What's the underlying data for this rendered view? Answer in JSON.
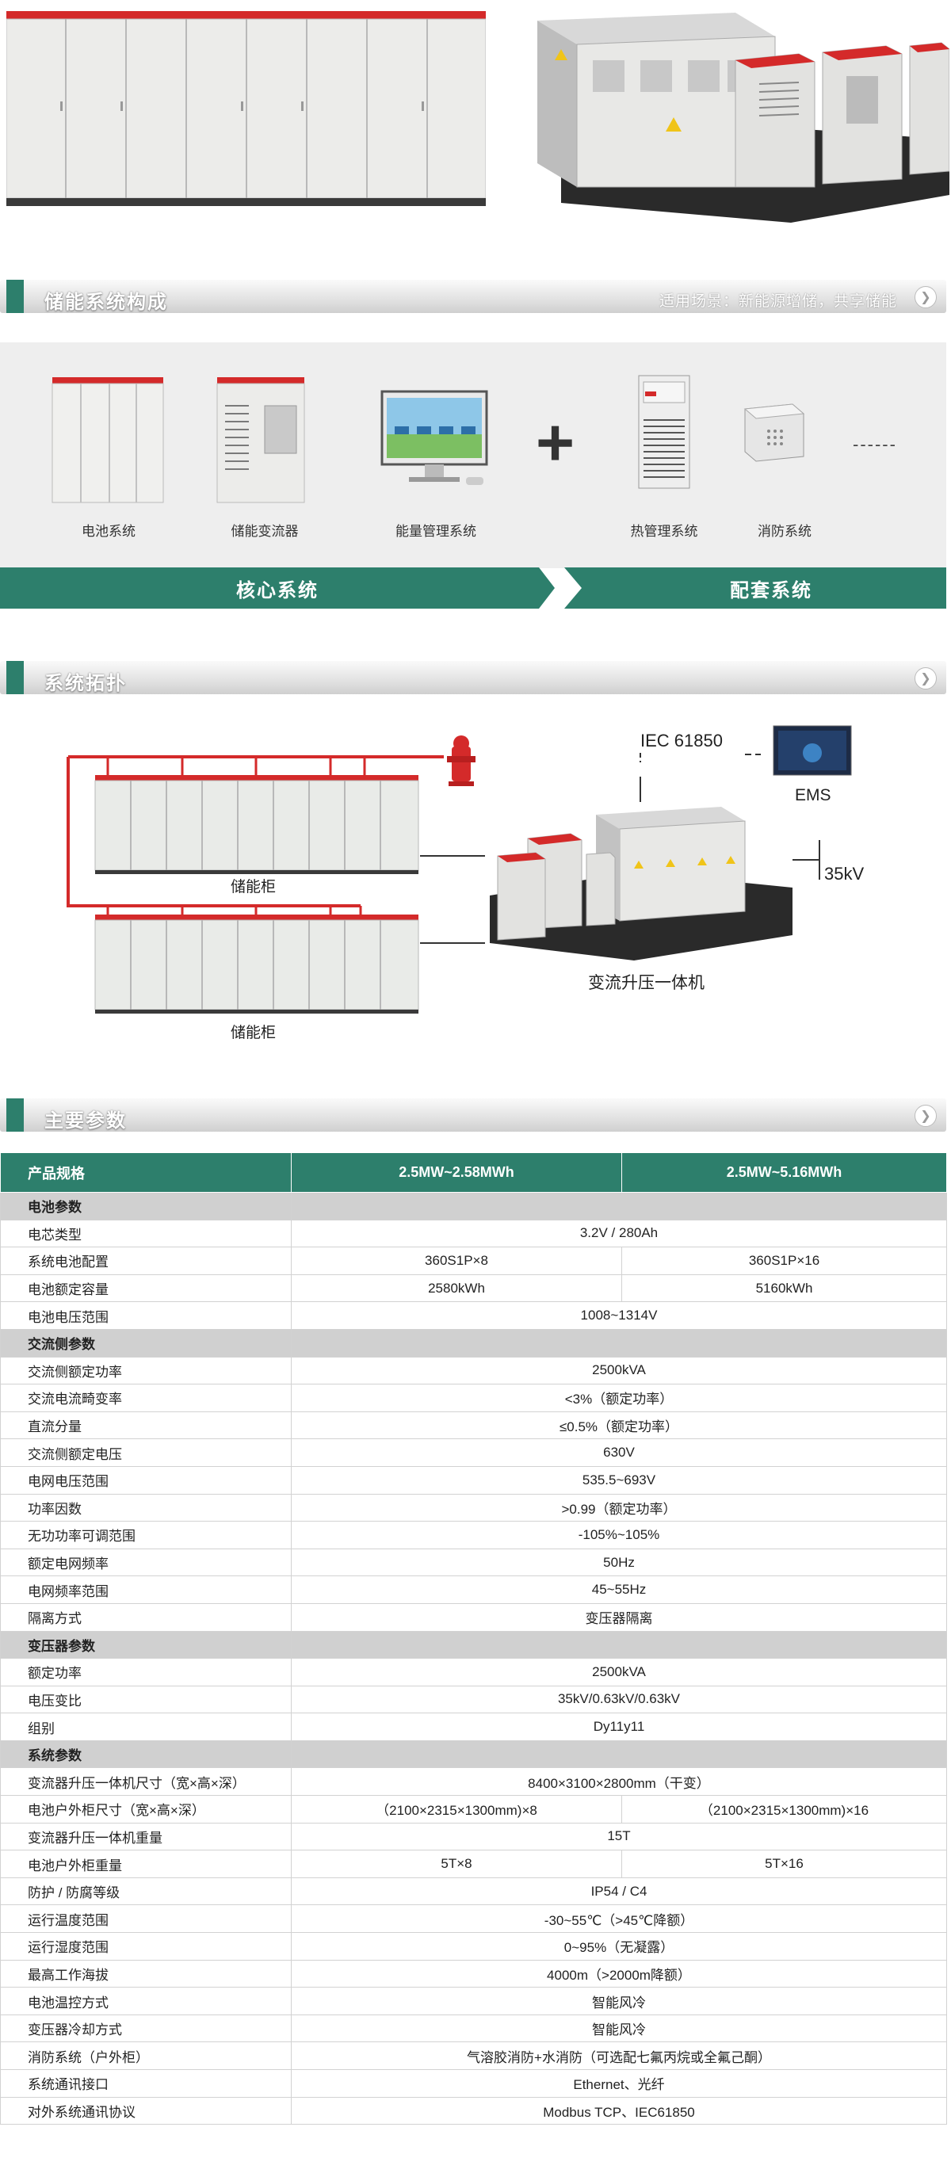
{
  "sections": {
    "composition": {
      "title": "储能系统构成",
      "subtitle": "适用场景：新能源增储，共享储能"
    },
    "topology": {
      "title": "系统拓扑"
    },
    "params": {
      "title": "主要参数"
    }
  },
  "composition": {
    "items": [
      {
        "label": "电池系统",
        "icon": "battery-cabinet-icon"
      },
      {
        "label": "储能变流器",
        "icon": "pcs-cabinet-icon"
      },
      {
        "label": "能量管理系统",
        "icon": "monitor-icon"
      },
      {
        "label": "热管理系统",
        "icon": "thermal-unit-icon"
      },
      {
        "label": "消防系统",
        "icon": "fire-detector-icon"
      }
    ],
    "plus": "+",
    "dashes": "------",
    "core_label": "核心系统",
    "support_label": "配套系统"
  },
  "topology": {
    "cabinet_label_1": "储能柜",
    "cabinet_label_2": "储能柜",
    "iec": "IEC 61850",
    "ems": "EMS",
    "kv": "35kV",
    "pcs_label": "变流升压一体机"
  },
  "table": {
    "header": [
      "产品规格",
      "2.5MW~2.58MWh",
      "2.5MW~5.16MWh"
    ],
    "rows": [
      {
        "type": "group",
        "label": "电池参数"
      },
      {
        "label": "电芯类型",
        "value": "3.2V / 280Ah"
      },
      {
        "label": "系统电池配置",
        "values": [
          "360S1P×8",
          "360S1P×16"
        ]
      },
      {
        "label": "电池额定容量",
        "values": [
          "2580kWh",
          "5160kWh"
        ]
      },
      {
        "label": "电池电压范围",
        "value": "1008~1314V"
      },
      {
        "type": "group",
        "label": "交流侧参数"
      },
      {
        "label": "交流侧额定功率",
        "value": "2500kVA"
      },
      {
        "label": "交流电流畸变率",
        "value": "<3%（额定功率）"
      },
      {
        "label": "直流分量",
        "value": "≤0.5%（额定功率）"
      },
      {
        "label": "交流侧额定电压",
        "value": "630V"
      },
      {
        "label": "电网电压范围",
        "value": "535.5~693V"
      },
      {
        "label": "功率因数",
        "value": ">0.99（额定功率）"
      },
      {
        "label": "无功功率可调范围",
        "value": "-105%~105%"
      },
      {
        "label": "额定电网频率",
        "value": "50Hz"
      },
      {
        "label": "电网频率范围",
        "value": "45~55Hz"
      },
      {
        "label": "隔离方式",
        "value": "变压器隔离"
      },
      {
        "type": "group",
        "label": "变压器参数"
      },
      {
        "label": "额定功率",
        "value": "2500kVA"
      },
      {
        "label": "电压变比",
        "value": "35kV/0.63kV/0.63kV"
      },
      {
        "label": "组别",
        "value": "Dy11y11"
      },
      {
        "type": "group",
        "label": "系统参数"
      },
      {
        "label": "变流器升压一体机尺寸（宽×高×深）",
        "value": "8400×3100×2800mm（干变）"
      },
      {
        "label": "电池户外柜尺寸（宽×高×深）",
        "values": [
          "（2100×2315×1300mm)×8",
          "（2100×2315×1300mm)×16"
        ]
      },
      {
        "label": "变流器升压一体机重量",
        "value": "15T"
      },
      {
        "label": "电池户外柜重量",
        "values": [
          "5T×8",
          "5T×16"
        ]
      },
      {
        "label": "防护 / 防腐等级",
        "value": "IP54 / C4"
      },
      {
        "label": "运行温度范围",
        "value": "-30~55℃（>45℃降额）"
      },
      {
        "label": "运行湿度范围",
        "value": "0~95%（无凝露）"
      },
      {
        "label": "最高工作海拔",
        "value": "4000m（>2000m降额）"
      },
      {
        "label": "电池温控方式",
        "value": "智能风冷"
      },
      {
        "label": "变压器冷却方式",
        "value": "智能风冷"
      },
      {
        "label": "消防系统（户外柜）",
        "value": "气溶胶消防+水消防（可选配七氟丙烷或全氟己酮）"
      },
      {
        "label": "系统通讯接口",
        "value": "Ethernet、光纤"
      },
      {
        "label": "对外系统通讯协议",
        "value": "Modbus TCP、IEC61850"
      }
    ]
  },
  "colors": {
    "accent": "#2d7f6c",
    "red": "#d42a2a",
    "group_bg": "#d0d0d0"
  }
}
